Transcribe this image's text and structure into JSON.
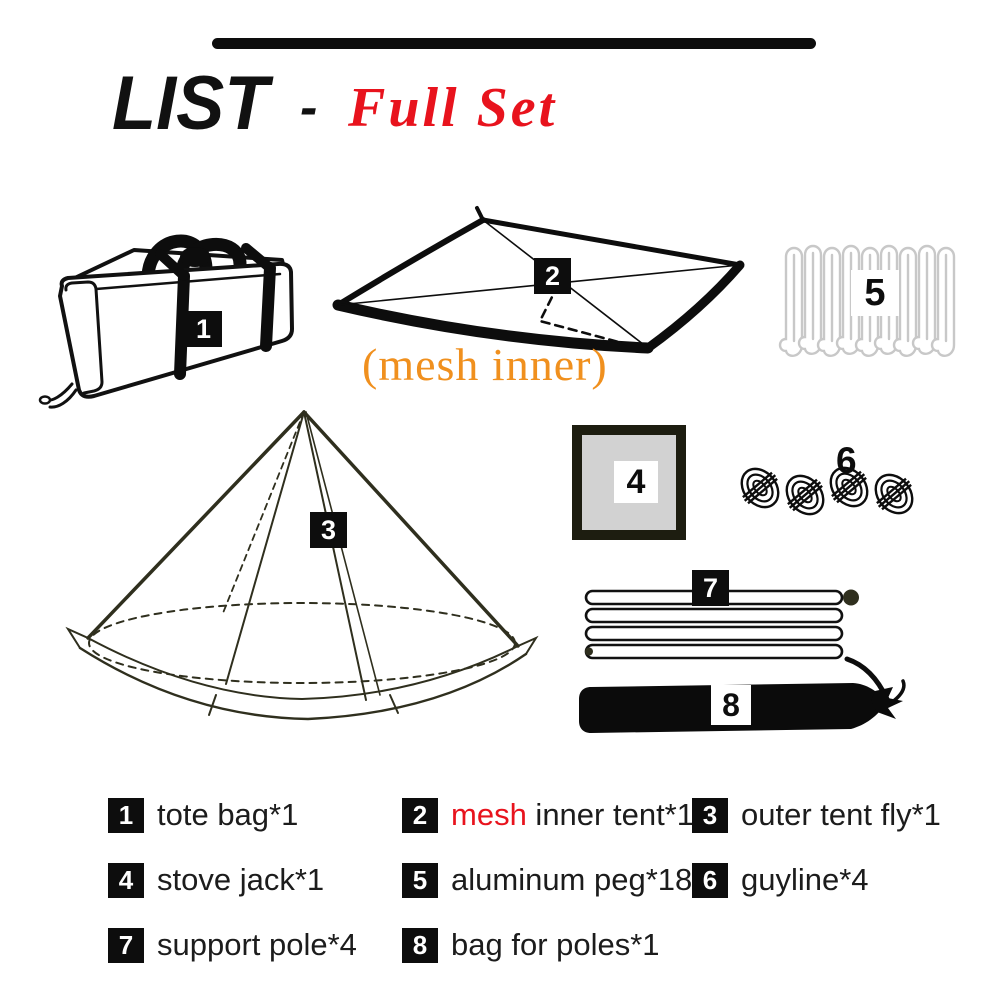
{
  "header": {
    "title": "LIST",
    "separator": "-",
    "subtitle": "Full Set"
  },
  "annotation": {
    "mesh_inner": "(mesh inner)"
  },
  "items": {
    "tote_bag": {
      "num": "1"
    },
    "mesh_inner_tent": {
      "num": "2"
    },
    "outer_tent_fly": {
      "num": "3"
    },
    "stove_jack": {
      "num": "4"
    },
    "aluminum_peg": {
      "num": "5"
    },
    "guyline": {
      "num": "6"
    },
    "support_pole": {
      "num": "7"
    },
    "bag_for_poles": {
      "num": "8"
    }
  },
  "legend": {
    "items": [
      {
        "num": "1",
        "label": "tote bag*1"
      },
      {
        "num": "2",
        "label_red": "mesh",
        "label": " inner tent*1"
      },
      {
        "num": "3",
        "label": "outer tent fly*1"
      },
      {
        "num": "4",
        "label": "stove jack*1"
      },
      {
        "num": "5",
        "label": "aluminum peg*18"
      },
      {
        "num": "6",
        "label": "guyline*4"
      },
      {
        "num": "7",
        "label": "support pole*4"
      },
      {
        "num": "8",
        "label": "bag for poles*1"
      }
    ]
  },
  "colors": {
    "ink": "#0d0d0d",
    "accent_red": "#e8131d",
    "accent_orange": "#f0901e",
    "olive": "#2f2f1e",
    "peg_gray": "#c8c8c8",
    "stove_jack_fill": "#d2d2d2"
  }
}
